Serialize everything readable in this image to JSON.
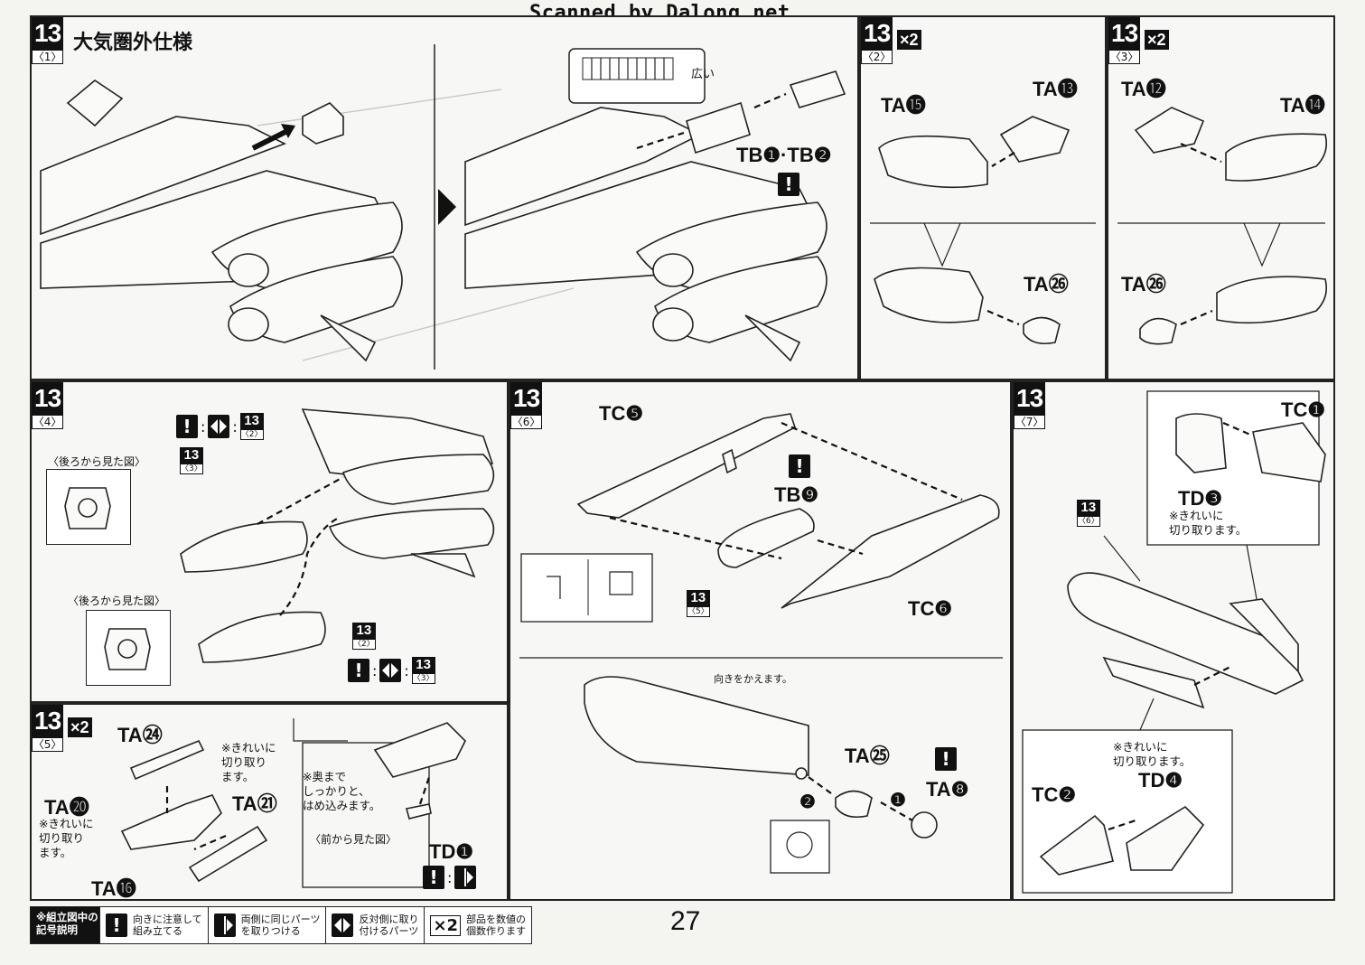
{
  "watermark": "Scanned by Dalong.net",
  "page_number": "27",
  "steps": {
    "s1": {
      "num": "13",
      "sub": "〈1〉",
      "title": "大気圏外仕様"
    },
    "s2": {
      "num": "13",
      "sub": "〈2〉",
      "qty": "×2"
    },
    "s3": {
      "num": "13",
      "sub": "〈3〉",
      "qty": "×2"
    },
    "s4": {
      "num": "13",
      "sub": "〈4〉"
    },
    "s5": {
      "num": "13",
      "sub": "〈5〉",
      "qty": "×2"
    },
    "s6": {
      "num": "13",
      "sub": "〈6〉"
    },
    "s7": {
      "num": "13",
      "sub": "〈7〉"
    }
  },
  "parts": {
    "tb1_tb2": "TB❶·TB❷",
    "ta15": "TA⓯",
    "ta13": "TA⓭",
    "ta26a": "TA㉖",
    "ta12": "TA⓬",
    "ta14": "TA⓮",
    "ta26b": "TA㉖",
    "tc5": "TC❺",
    "tb9": "TB❾",
    "tc6": "TC❻",
    "tc1": "TC❶",
    "td3": "TD❸",
    "ta24": "TA㉔",
    "ta20": "TA⓴",
    "ta21": "TA㉑",
    "ta16": "TA⓰",
    "td1": "TD❶",
    "ta25": "TA㉕",
    "ta8": "TA❽",
    "tc2": "TC❷",
    "td4": "TD❹"
  },
  "notes": {
    "wide": "広い",
    "rear_view_1": "〈後ろから見た図〉",
    "rear_view_2": "〈後ろから見た図〉",
    "front_view": "〈前から見た図〉",
    "clean_cut_5": "※きれいに\n切り取り\nます。",
    "clean_cut_5b": "※きれいに\n切り取り\nます。",
    "push_in": "※奥まで\nしっかりと、\nはめ込みます。",
    "turn_around": "向きをかえます。",
    "clean_cut_7a": "※きれいに\n切り取ります。",
    "clean_cut_7b": "※きれいに\n切り取ります。",
    "order_1": "❶",
    "order_2": "❷"
  },
  "refs": {
    "r1_step": "13",
    "r1_sub": "〈2〉",
    "r2_step": "13",
    "r2_sub": "〈3〉",
    "r3_step": "13",
    "r3_sub": "〈2〉",
    "r4_step": "13",
    "r4_sub": "〈3〉",
    "r5_step": "13",
    "r5_sub": "〈5〉",
    "r6_step": "13",
    "r6_sub": "〈6〉",
    "colon": ":"
  },
  "legend": {
    "heading": "※組立図中の\n記号説明",
    "direction": "向きに注意して\n組み立てる",
    "same_part": "両側に同じパーツ\nを取りつける",
    "opposite": "反対側に取り\n付けるパーツ",
    "qty_symbol": "×2",
    "qty_text": "部品を数値の\n個数作ります"
  }
}
